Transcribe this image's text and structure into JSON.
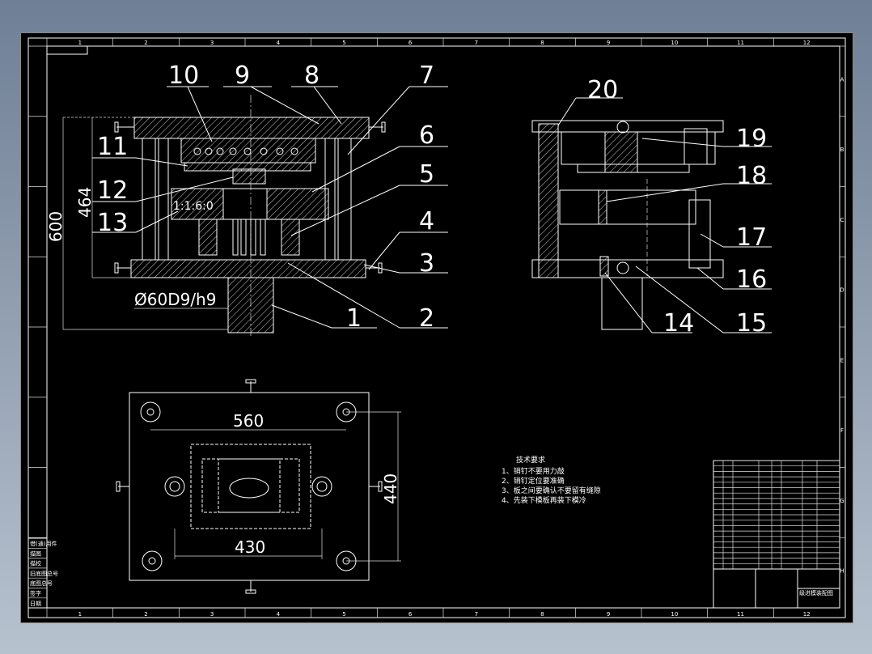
{
  "part_labels": [
    "10",
    "9",
    "8",
    "7",
    "6",
    "5",
    "4",
    "3",
    "2",
    "1",
    "11",
    "12",
    "13",
    "14",
    "15",
    "16",
    "17",
    "18",
    "19",
    "20"
  ],
  "dimensions": {
    "overall_height": "600",
    "inner_height": "464",
    "guide_fit": "Ø60D9/h9",
    "hole_spacing_x": "560",
    "hole_spacing_y": "440",
    "die_width": "430"
  },
  "tech_requirements": {
    "title": "技术要求",
    "items": [
      "1、销钉不要用力敲",
      "2、销钉定位要准确",
      "3、板之间要确认不要留有缝隙",
      "4、先装下模板再装下模冷"
    ]
  },
  "frame": {
    "col_numbers": [
      "1",
      "2",
      "3",
      "4",
      "5",
      "6",
      "7",
      "8",
      "9",
      "10",
      "11",
      "12"
    ],
    "row_letters": [
      "A",
      "B",
      "C",
      "D",
      "E",
      "F",
      "G",
      "H"
    ]
  },
  "title_block": {
    "drawing_name": "级进模装配图"
  },
  "left_block_labels": [
    "借(通)用件",
    "描图",
    "描校",
    "旧底图总号",
    "底图总号",
    "签字",
    "日期"
  ],
  "colors": {
    "background": "#000000",
    "lines": "#ffffff",
    "app_bg": "#7f8ea3"
  }
}
